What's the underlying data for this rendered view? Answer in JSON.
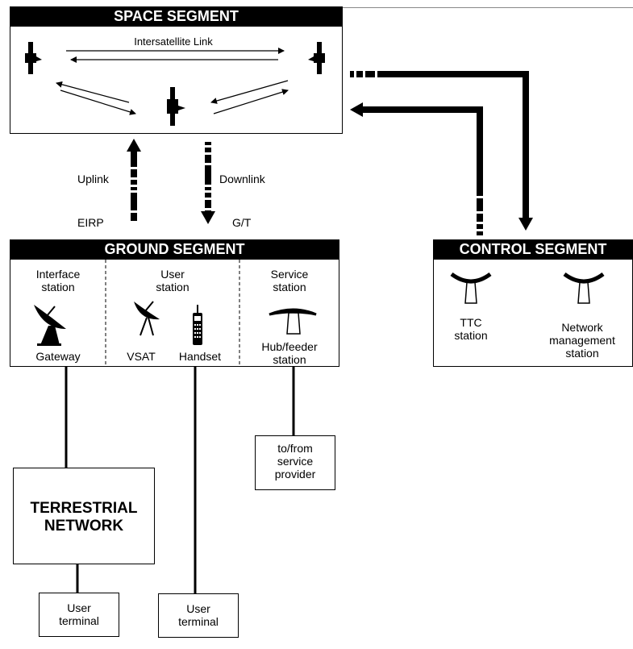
{
  "space": {
    "title": "SPACE SEGMENT",
    "isl_label": "Intersatellite Link"
  },
  "links": {
    "uplink": "Uplink",
    "downlink": "Downlink",
    "eirp": "EIRP",
    "gt": "G/T"
  },
  "ground": {
    "title": "GROUND SEGMENT",
    "interface_station_l1": "Interface",
    "interface_station_l2": "station",
    "gateway": "Gateway",
    "user_station_l1": "User",
    "user_station_l2": "station",
    "vsat": "VSAT",
    "handset": "Handset",
    "service_station_l1": "Service",
    "service_station_l2": "station",
    "hub_l1": "Hub/feeder",
    "hub_l2": "station"
  },
  "control": {
    "title": "CONTROL SEGMENT",
    "ttc_l1": "TTC",
    "ttc_l2": "station",
    "nms_l1": "Network",
    "nms_l2": "management",
    "nms_l3": "station"
  },
  "service_provider": {
    "l1": "to/from",
    "l2": "service",
    "l3": "provider"
  },
  "terrestrial": {
    "l1": "TERRESTRIAL",
    "l2": "NETWORK"
  },
  "user_terminal_1": {
    "l1": "User",
    "l2": "terminal"
  },
  "user_terminal_2": {
    "l1": "User",
    "l2": "terminal"
  },
  "colors": {
    "line": "#000000",
    "background": "#ffffff",
    "header_text": "#ffffff"
  }
}
